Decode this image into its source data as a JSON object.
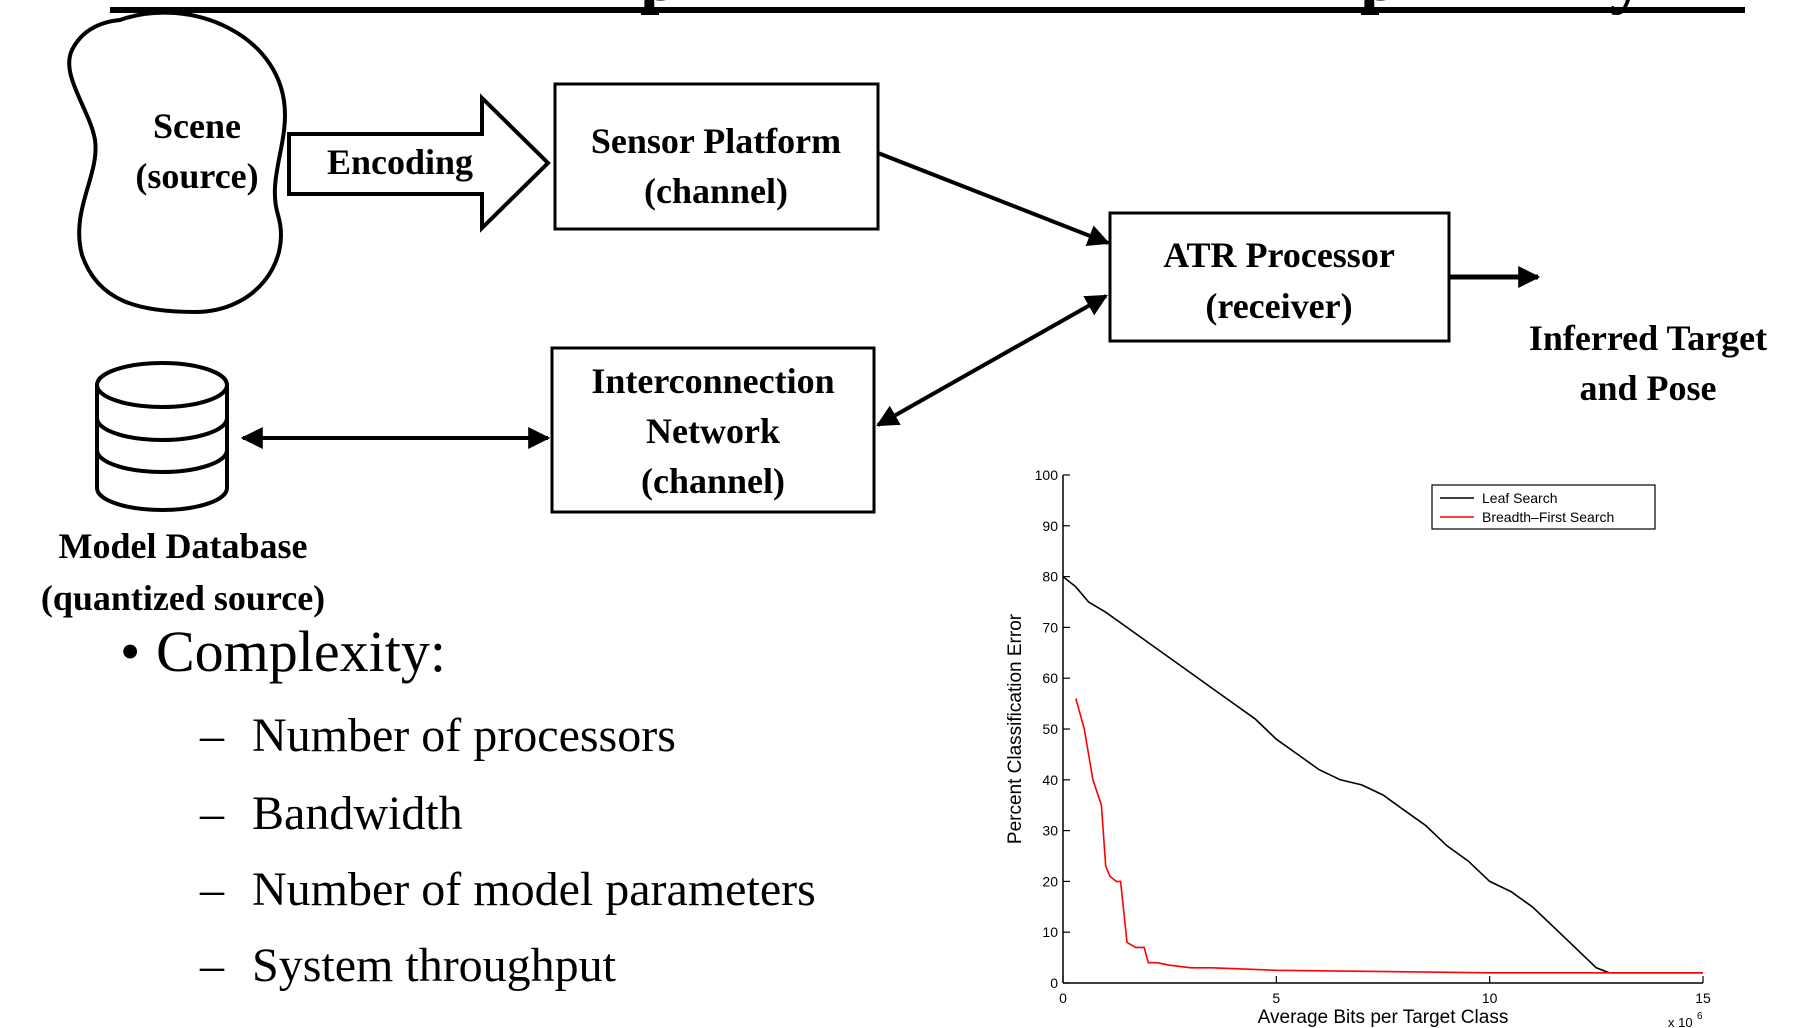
{
  "title_fragment": "p                           p   y",
  "nodes": {
    "scene": {
      "line1": "Scene",
      "line2": "(source)"
    },
    "encoding": {
      "label": "Encoding"
    },
    "sensor": {
      "line1": "Sensor Platform",
      "line2": "(channel)"
    },
    "atr": {
      "line1": "ATR Processor",
      "line2": "(receiver)"
    },
    "output": {
      "line1": "Inferred Target",
      "line2": "and Pose"
    },
    "interconnect": {
      "line1": "Interconnection",
      "line2": "Network",
      "line3": "(channel)"
    },
    "database": {
      "line1": "Model Database",
      "line2": "(quantized source)"
    }
  },
  "bullets": {
    "main": "Complexity:",
    "items": [
      "Number of processors",
      "Bandwidth",
      "Number of model parameters",
      "System throughput"
    ]
  },
  "chart_data": {
    "type": "line",
    "xlabel": "Average Bits per Target Class",
    "ylabel": "Percent Classification Error",
    "x_multiplier_label": "x 10",
    "x_multiplier_exp": "6",
    "xlim": [
      0,
      15
    ],
    "ylim": [
      0,
      100
    ],
    "xticks": [
      0,
      5,
      10,
      15
    ],
    "yticks": [
      0,
      10,
      20,
      30,
      40,
      50,
      60,
      70,
      80,
      90,
      100
    ],
    "legend_position": "top-right",
    "series": [
      {
        "name": "Leaf Search",
        "color": "#000000",
        "x": [
          0,
          0.3,
          0.6,
          1.0,
          1.5,
          2.0,
          2.5,
          3.0,
          3.5,
          4.0,
          4.5,
          5.0,
          5.5,
          6.0,
          6.5,
          7.0,
          7.5,
          8.0,
          8.5,
          9.0,
          9.5,
          10.0,
          10.5,
          11.0,
          11.5,
          12.0,
          12.5,
          12.8,
          13.0,
          15.0
        ],
        "y": [
          80,
          78,
          75,
          73,
          70,
          67,
          64,
          61,
          58,
          55,
          52,
          48,
          45,
          42,
          40,
          39,
          37,
          34,
          31,
          27,
          24,
          20,
          18,
          15,
          11,
          7,
          3,
          2,
          2,
          2
        ]
      },
      {
        "name": "Breadth–First Search",
        "color": "#ff0000",
        "x": [
          0.3,
          0.5,
          0.7,
          0.9,
          1.0,
          1.1,
          1.25,
          1.35,
          1.5,
          1.7,
          1.9,
          2.0,
          2.2,
          2.5,
          3.0,
          3.5,
          5.0,
          10.0,
          15.0
        ],
        "y": [
          56,
          50,
          40,
          35,
          23,
          21,
          20,
          20,
          8,
          7,
          7,
          4,
          4,
          3.5,
          3,
          3,
          2.5,
          2,
          2
        ]
      }
    ]
  }
}
